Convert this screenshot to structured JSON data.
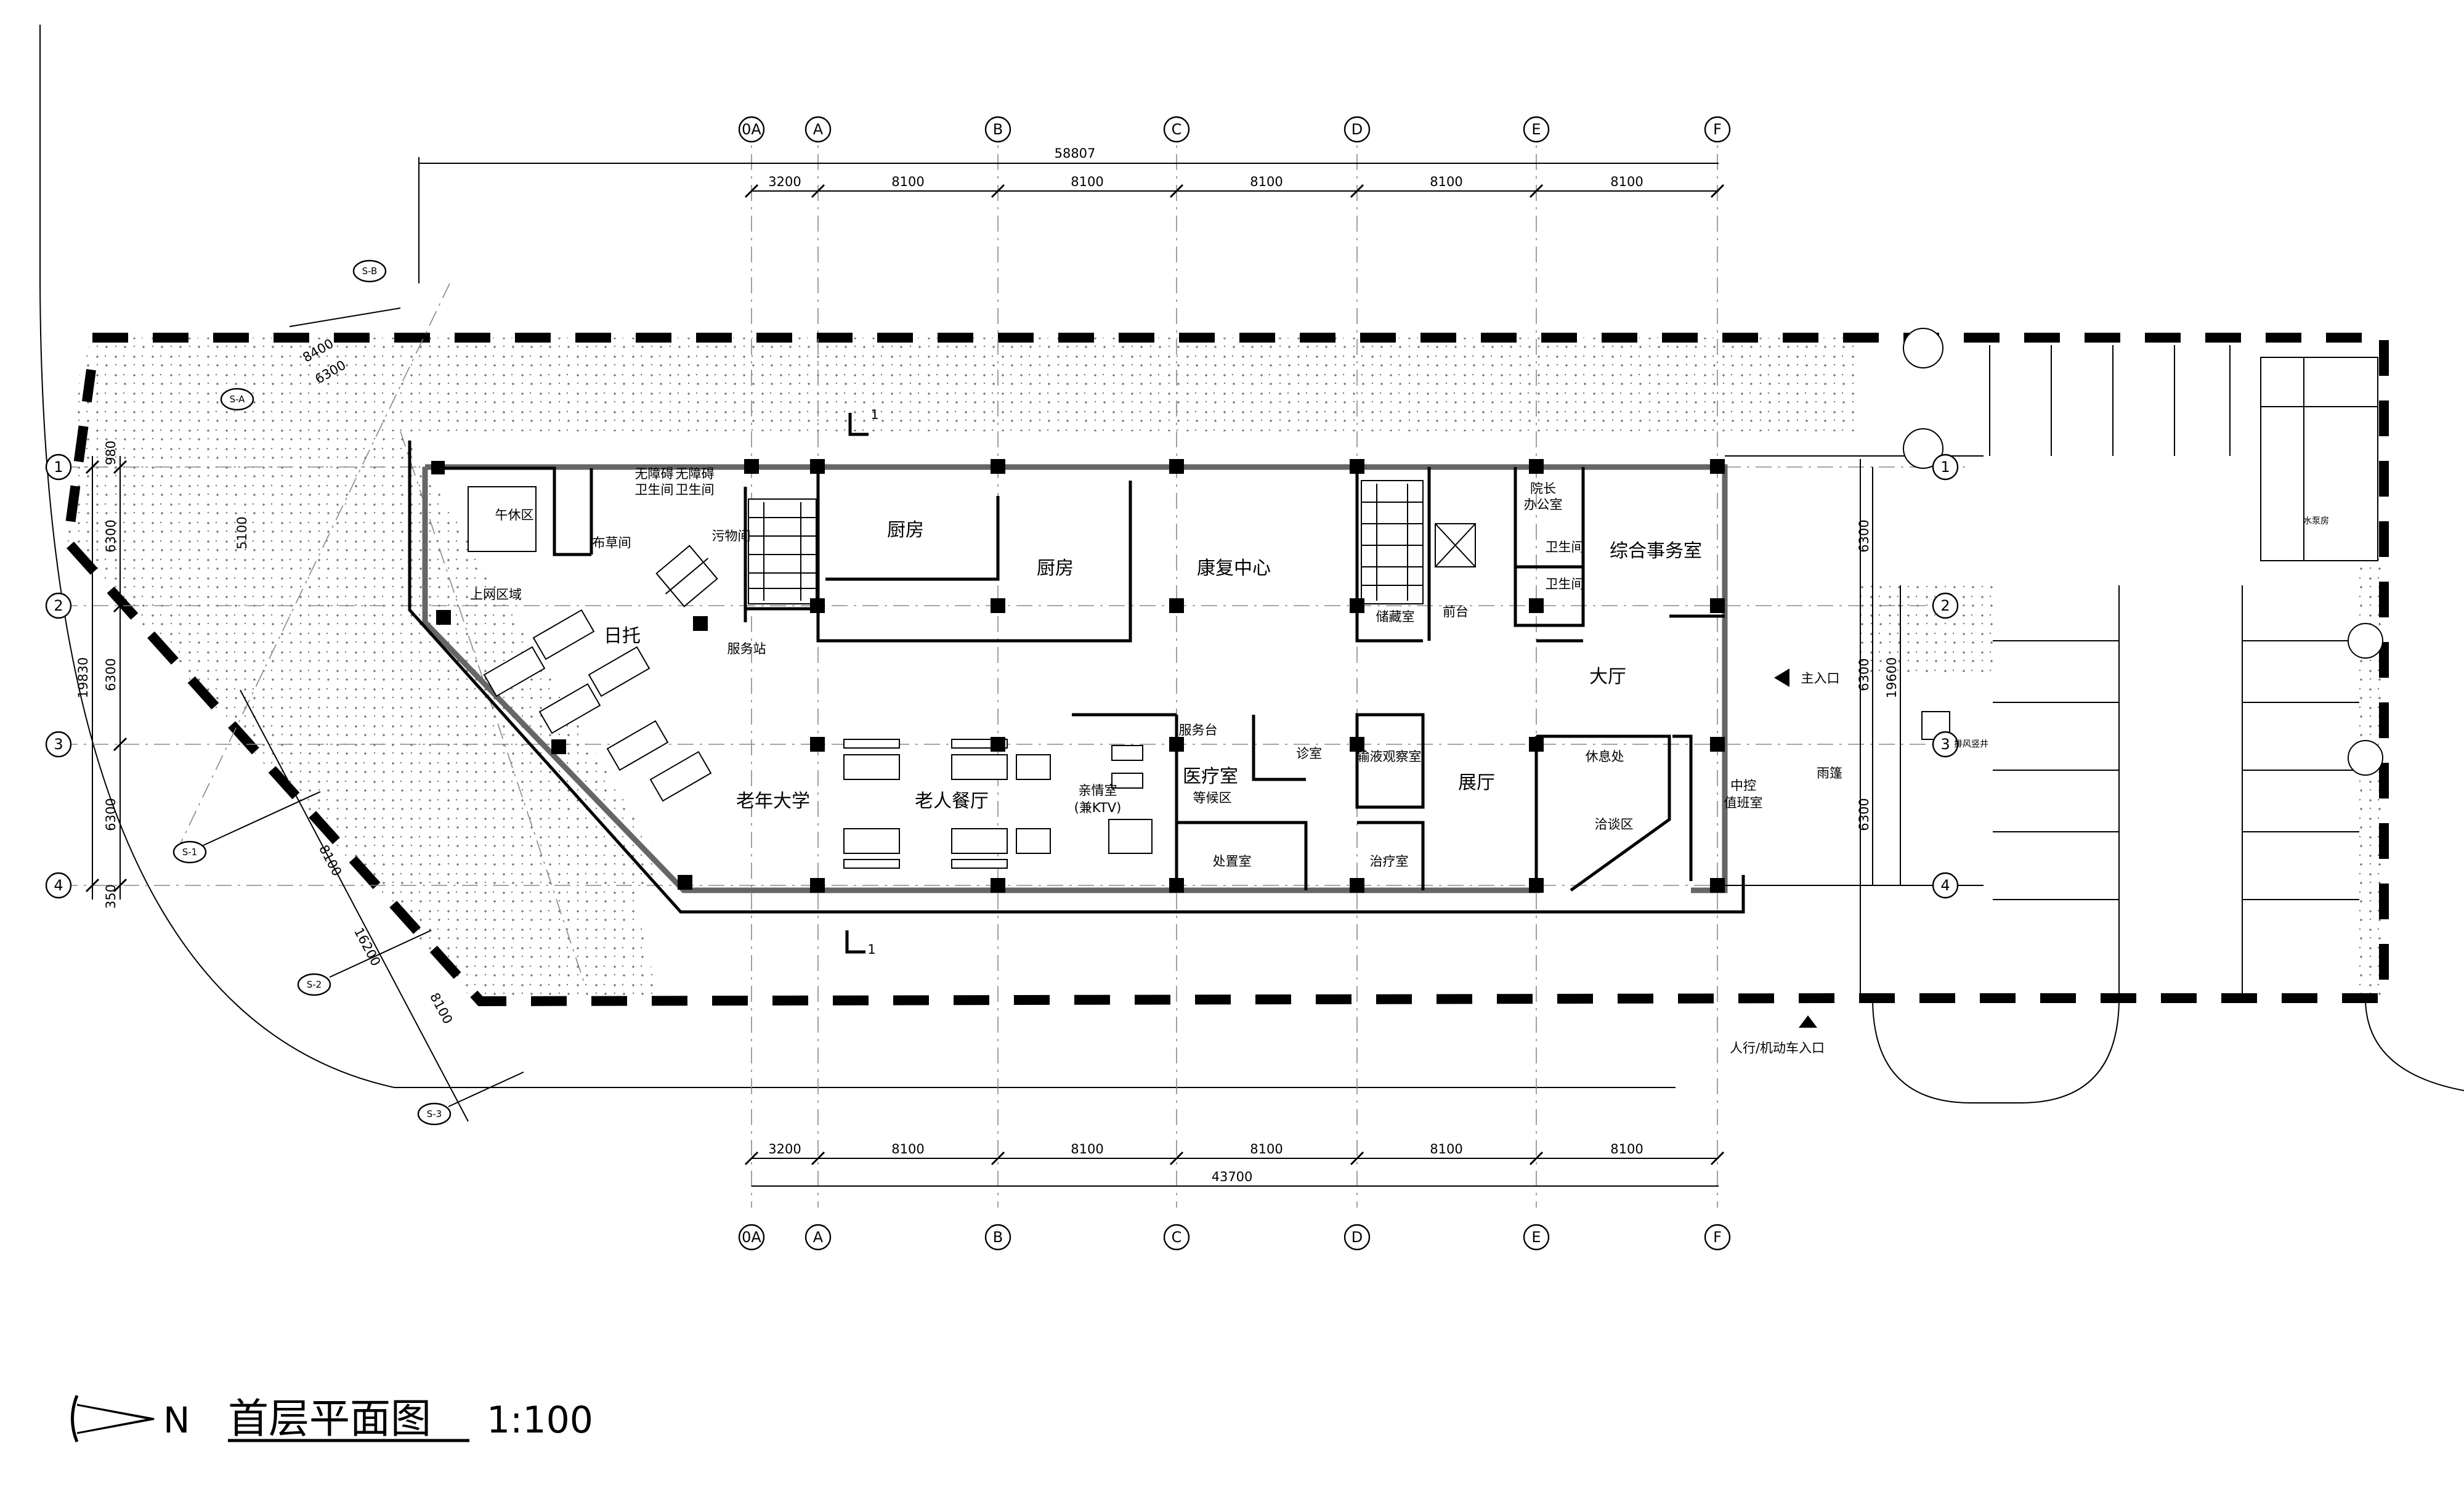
{
  "drawing": {
    "title": "首层平面图",
    "scale": "1:100",
    "north": "N"
  },
  "axes": {
    "columns": [
      "0A",
      "A",
      "B",
      "C",
      "D",
      "E",
      "F"
    ],
    "rows": [
      "1",
      "2",
      "3",
      "4"
    ],
    "skew": [
      "S-A",
      "S-B",
      "S-1",
      "S-2",
      "S-3"
    ]
  },
  "dimensions": {
    "top_total": "58807",
    "top_spans": [
      "3200",
      "8100",
      "8100",
      "8100",
      "8100",
      "8100"
    ],
    "bottom_total": "43700",
    "bottom_spans": [
      "3200",
      "8100",
      "8100",
      "8100",
      "8100",
      "8100"
    ],
    "left_total": "19830",
    "left_spans": [
      "980",
      "6300",
      "6300",
      "6300",
      "350"
    ],
    "right_total": "19600",
    "right_spans": [
      "6300",
      "6300",
      "6300"
    ],
    "skew_spans": [
      "8400",
      "6300",
      "5100",
      "8100",
      "8100",
      "16200"
    ]
  },
  "rooms": {
    "kitchen1": "厨房",
    "kitchen2": "厨房",
    "rehab": "康复中心",
    "office": "综合事务室",
    "dean_office": "院长\n办公室",
    "dean1": "院长",
    "dean2": "办公室",
    "wc": "卫生间",
    "wc2": "卫生间",
    "acc_wc": "无障碍",
    "acc_wc_b": "卫生间",
    "acc_wc2": "无障碍",
    "acc_wc2_b": "卫生间",
    "nap": "午休区",
    "linen": "布草间",
    "dirty": "污物间",
    "online": "上网区域",
    "daycare": "日托",
    "service": "服务站",
    "storage": "储藏室",
    "reception": "前台",
    "hall": "大厅",
    "main_entry": "主入口",
    "canopy": "雨篷",
    "control": "中控",
    "control2": "值班室",
    "university": "老年大学",
    "dining": "老人餐厅",
    "family": "亲情室",
    "family2": "(兼KTV)",
    "service_desk": "服务台",
    "clinic": "医疗室",
    "waiting": "等候区",
    "consult": "诊室",
    "infusion": "输液观察室",
    "exhibition": "展厅",
    "rest": "休息处",
    "talk": "洽谈区",
    "treat": "处置室",
    "therapy": "治疗室",
    "pedestrian": "人行/机动车入口",
    "vent": "排风竖井",
    "pump": "水泵房"
  },
  "section_mark": "1"
}
